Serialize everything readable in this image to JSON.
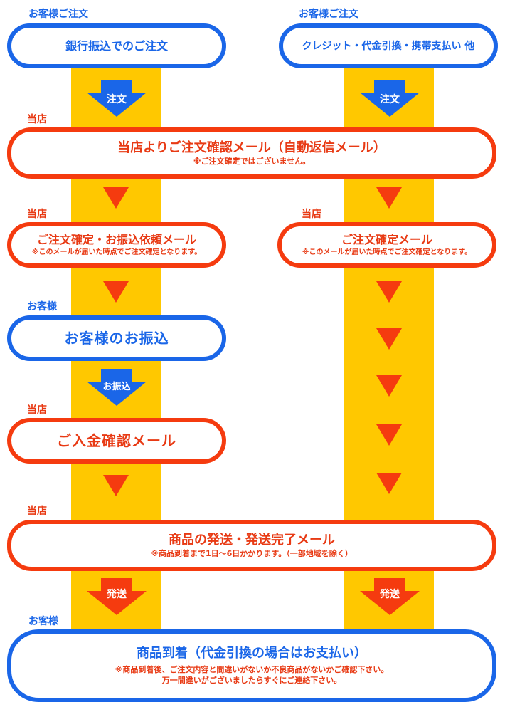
{
  "labels": {
    "customer_order_left": "お客様ご注文",
    "customer_order_right": "お客様ご注文",
    "shop_1": "当店",
    "shop_2_left": "当店",
    "shop_2_right": "当店",
    "customer_transfer": "お客様",
    "shop_3": "当店",
    "shop_4": "当店",
    "customer_final": "お客様"
  },
  "boxes": {
    "bank_order": "銀行振込でのご注文",
    "credit_order": "クレジット・代金引換・携帯支払い 他",
    "auto_reply_title": "当店よりご注文確認メール（自動返信メール）",
    "auto_reply_note": "※ご注文確定ではございません。",
    "bank_confirm_title": "ご注文確定・お振込依頼メール",
    "bank_confirm_note": "※このメールが届いた時点でご注文確定となります。",
    "credit_confirm_title": "ご注文確定メール",
    "credit_confirm_note": "※このメールが届いた時点でご注文確定となります。",
    "customer_transfer": "お客様のお振込",
    "payment_confirm": "ご入金確認メール",
    "shipping_title": "商品の発送・発送完了メール",
    "shipping_note": "※商品到着まで1日～6日かかります。（一部地域を除く）",
    "arrival_title": "商品到着（代金引換の場合はお支払い）",
    "arrival_note1": "※商品到着後、ご注文内容と間違いがないか不良商品がないかご確認下さい。",
    "arrival_note2": "万一間違いがございましたらすぐにご連絡下さい。"
  },
  "arrows": {
    "order_left": "注文",
    "order_right": "注文",
    "transfer": "お振込",
    "ship_left": "発送",
    "ship_right": "発送"
  },
  "colors": {
    "lane": "#FFC800",
    "customer_blue": "#1A66E8",
    "shop_red": "#F53B0F"
  }
}
